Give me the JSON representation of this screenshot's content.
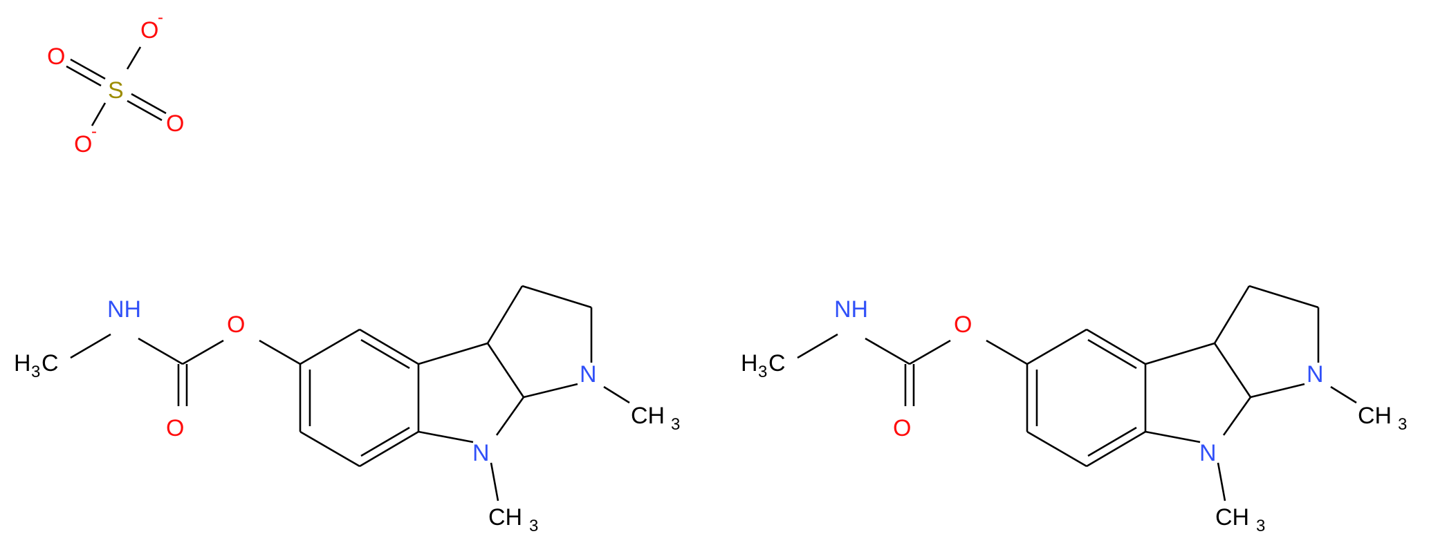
{
  "colors": {
    "bond": "#000000",
    "carbon": "#000000",
    "nitrogen": "#3050F8",
    "oxygen": "#FF0D0D",
    "sulfur": "#9C8C00"
  },
  "sulfate": {
    "S": "S",
    "O_top": "O",
    "O_top_charge": "-",
    "O_left": "O",
    "O_right": "O",
    "O_bottom": "O",
    "O_bottom_charge": "-"
  },
  "molecules": [
    {
      "nh": "NH",
      "h3c": "H",
      "h3c_num": "3",
      "h3c_c": "C",
      "o_ether": "O",
      "o_carbonyl": "O",
      "n1": "N",
      "n1_methyl": "CH",
      "n1_methyl_num": "3",
      "n8": "N",
      "n8_methyl": "CH",
      "n8_methyl_num": "3"
    },
    {
      "nh": "NH",
      "h3c": "H",
      "h3c_num": "3",
      "h3c_c": "C",
      "o_ether": "O",
      "o_carbonyl": "O",
      "n1": "N",
      "n1_methyl": "CH",
      "n1_methyl_num": "3",
      "n8": "N",
      "n8_methyl": "CH",
      "n8_methyl_num": "3"
    }
  ]
}
